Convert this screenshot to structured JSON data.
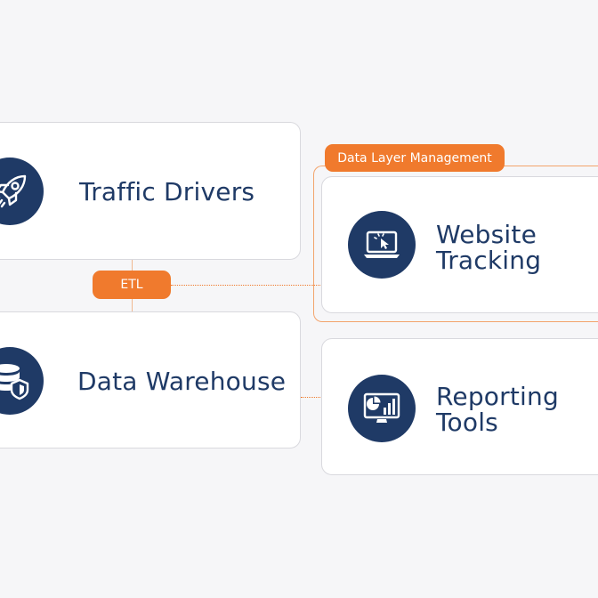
{
  "nodes": {
    "traffic_drivers": {
      "label": "Traffic Drivers",
      "icon": "rocket-icon"
    },
    "data_warehouse": {
      "label": "Data Warehouse",
      "icon": "database-shield-icon"
    },
    "website_tracking": {
      "label_line1": "Website",
      "label_line2": "Tracking",
      "icon": "laptop-cursor-icon"
    },
    "reporting_tools": {
      "label_line1": "Reporting",
      "label_line2": "Tools",
      "icon": "dashboard-monitor-icon"
    }
  },
  "connectors": {
    "etl_label": "ETL",
    "data_layer_label": "Data Layer Management"
  },
  "colors": {
    "navy": "#1f3a66",
    "orange": "#f07a2d",
    "background": "#f6f6f8",
    "card": "#ffffff"
  }
}
